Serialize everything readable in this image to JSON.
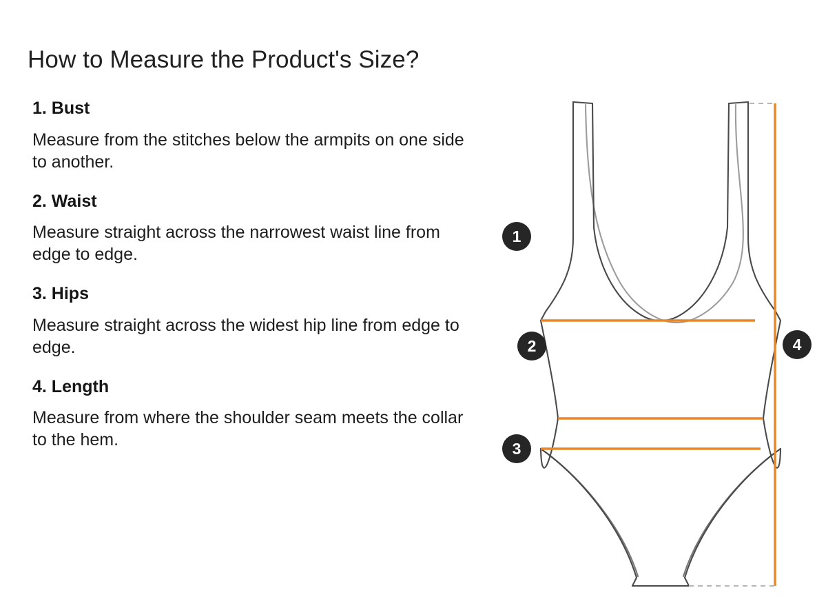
{
  "page": {
    "title": "How to Measure the Product's Size?",
    "background_color": "#ffffff"
  },
  "colors": {
    "accent_orange": "#e8862a",
    "garment_outline": "#4a4a4a",
    "badge_fill": "#262626",
    "badge_text": "#ffffff",
    "leader_dash": "#b5b5b5",
    "title_text": "#212121",
    "body_text": "#1d1d1d"
  },
  "instructions": [
    {
      "number": "1",
      "heading": "1. Bust",
      "body": "Measure from the stitches below the armpits on one side to another."
    },
    {
      "number": "2",
      "heading": "2. Waist",
      "body": "Measure straight across the narrowest waist line from edge to edge."
    },
    {
      "number": "3",
      "heading": "3. Hips",
      "body": "Measure straight across the widest hip line from edge to edge."
    },
    {
      "number": "4",
      "heading": "4. Length",
      "body": "Measure from where the shoulder seam meets the collar to the hem."
    }
  ],
  "diagram": {
    "garment": "one-piece-swimsuit-technical-flat",
    "badges": [
      {
        "number": "1",
        "measures": "bust",
        "orientation": "horizontal"
      },
      {
        "number": "2",
        "measures": "waist",
        "orientation": "horizontal"
      },
      {
        "number": "3",
        "measures": "hips",
        "orientation": "horizontal"
      },
      {
        "number": "4",
        "measures": "length",
        "orientation": "vertical"
      }
    ]
  }
}
